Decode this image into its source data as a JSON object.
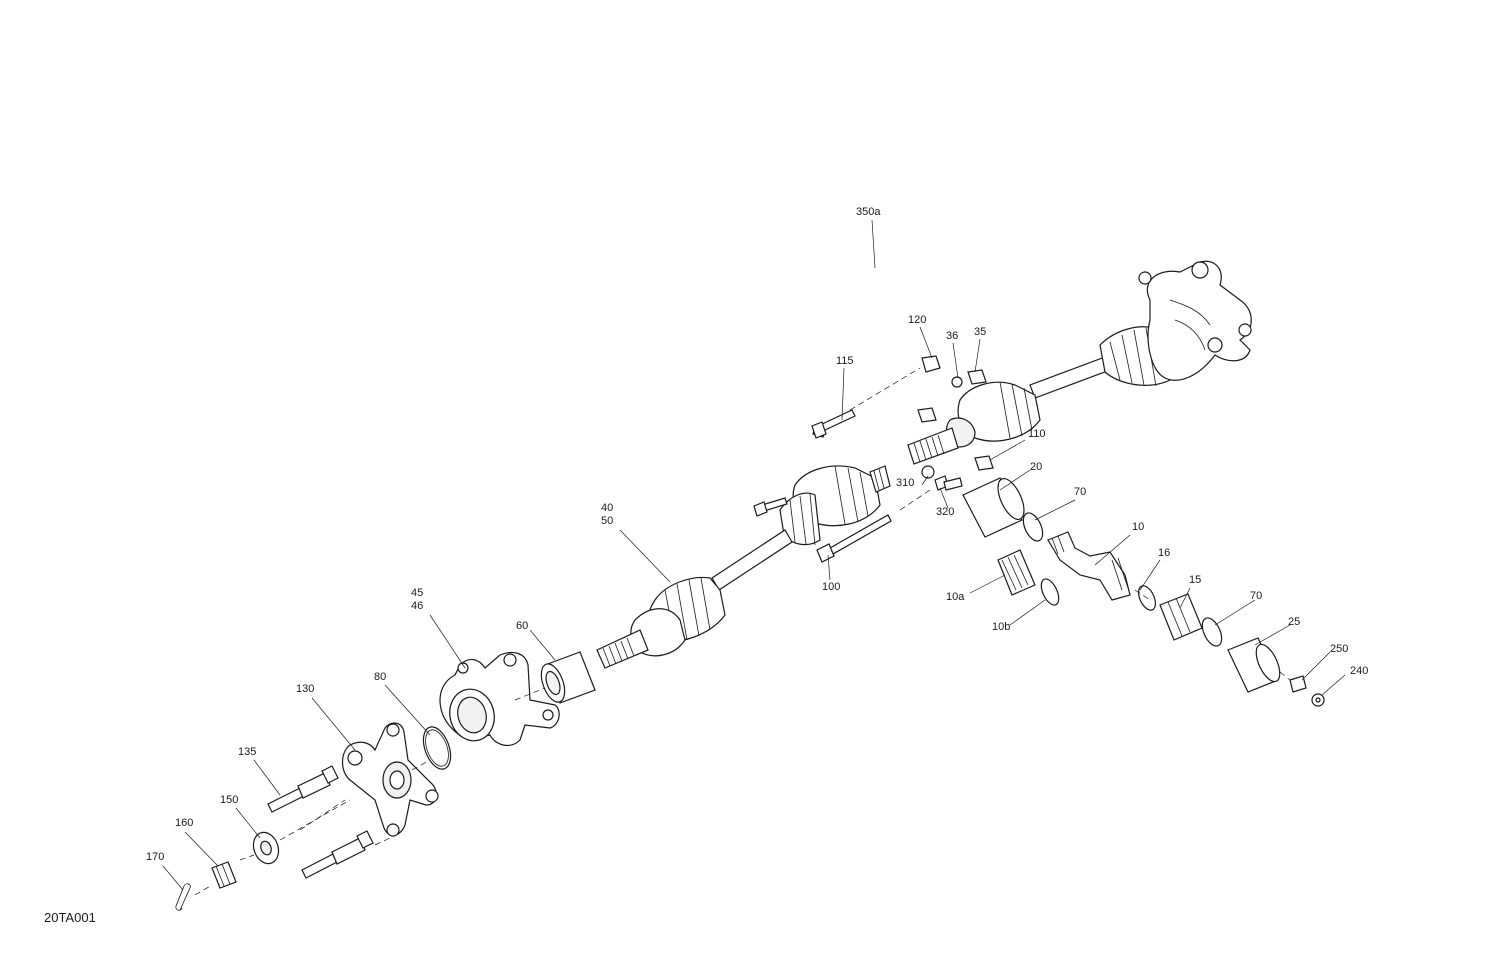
{
  "diagram": {
    "code": "20TA001",
    "callouts": {
      "c350a": "350a",
      "c120": "120",
      "c36": "36",
      "c35": "35",
      "c115": "115",
      "c110": "110",
      "c20": "20",
      "c310": "310",
      "c320": "320",
      "c70a": "70",
      "c40": "40",
      "c50": "50",
      "c10": "10",
      "c100": "100",
      "c16": "16",
      "c10a": "10a",
      "c15": "15",
      "c70b": "70",
      "c10b": "10b",
      "c25": "25",
      "c60": "60",
      "c45": "45",
      "c46": "46",
      "c250": "250",
      "c240": "240",
      "c80": "80",
      "c130": "130",
      "c135": "135",
      "c150": "150",
      "c160": "160",
      "c170": "170"
    }
  }
}
